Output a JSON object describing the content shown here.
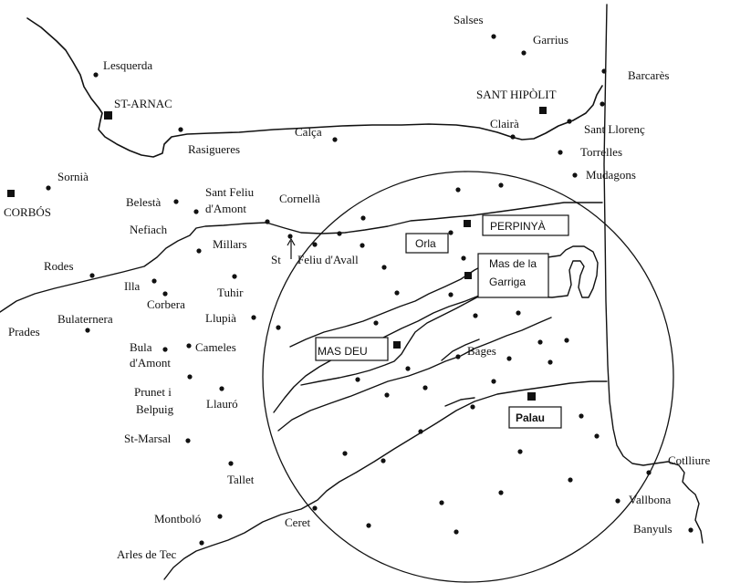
{
  "map": {
    "labels": {
      "lesquerda": "Lesquerda",
      "st_arnac": "ST-ARNAC",
      "rasigueres": "Rasigueres",
      "calca": "Calça",
      "salses": "Salses",
      "garrius": "Garrius",
      "barcares": "Barcarès",
      "sant_hipolit": "SANT HIPÒLIT",
      "claira": "Clairà",
      "sant_llorenc": "Sant Llorenç",
      "torrelles": "Torrelles",
      "mudagons": "Mudagons",
      "sornia": "Sornià",
      "corbos": "CORBÓS",
      "belesta": "Belestà",
      "nefiach": "Nefiach",
      "sant_feliu_amont_1": "Sant Feliu",
      "sant_feliu_amont_2": "d'Amont",
      "millars": "Millars",
      "cornella": "Cornellà",
      "st_feliu_avall_st": "St",
      "st_feliu_avall_name": "Feliu d'Avall",
      "rodes": "Rodes",
      "illa": "Illa",
      "corbera": "Corbera",
      "tuhir": "Tuhir",
      "prades": "Prades",
      "bulaternera": "Bulaternera",
      "llupia": "Llupià",
      "bula_1": "Bula",
      "bula_2": "d'Amont",
      "cameles": "Cameles",
      "prunet_1": "Prunet i",
      "prunet_2": "Belpuig",
      "llauro": "Llauró",
      "st_marsal": "St-Marsal",
      "tallet": "Tallet",
      "montbolo": "Montboló",
      "arles": "Arles de Tec",
      "ceret": "Ceret",
      "bages": "Bages",
      "cotlliure": "Cotlliure",
      "vallbona": "Vallbona",
      "banyuls": "Banyuls"
    },
    "boxed_labels": {
      "perpinya": "PERPINYÀ",
      "orla": "Orla",
      "mas_garriga_1": "Mas de la",
      "mas_garriga_2": "Garriga",
      "mas_deu": "MAS DEU",
      "palau": "Palau"
    }
  }
}
